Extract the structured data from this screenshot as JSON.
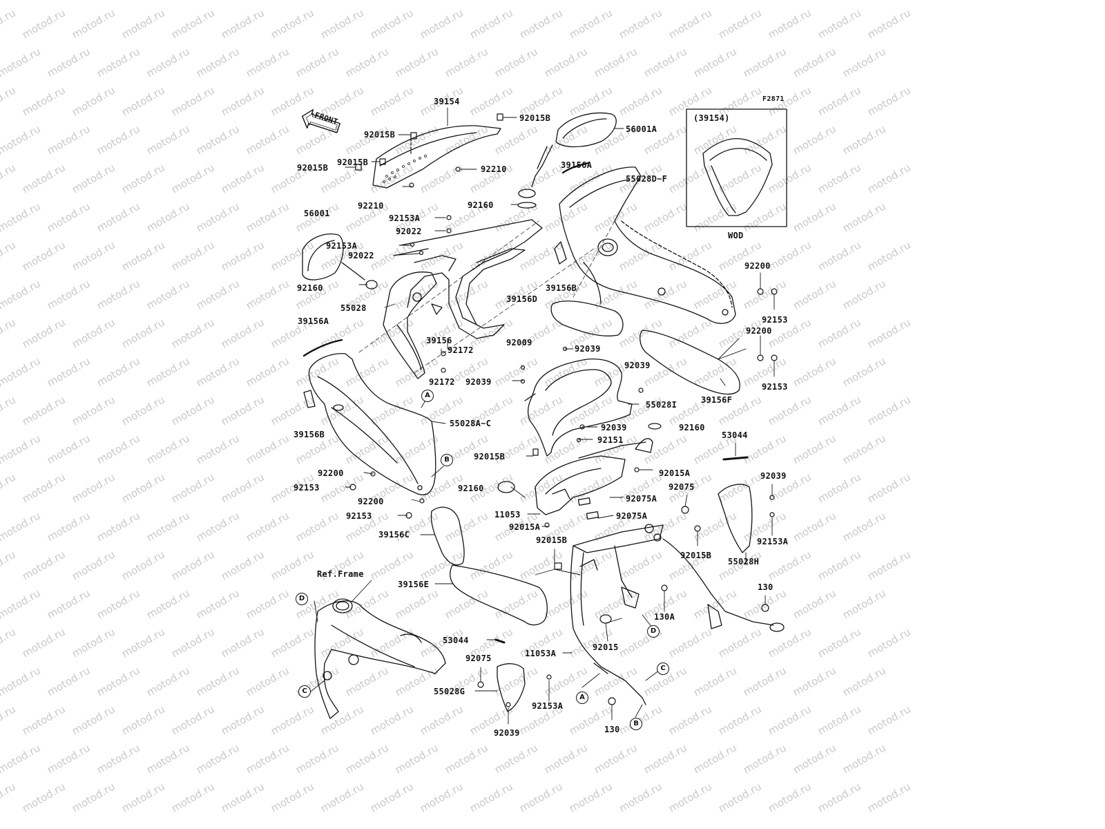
{
  "diagram": {
    "figure_code": "F2871",
    "front_label": "FRONT",
    "inset": {
      "title": "(39154)",
      "caption": "WOD"
    },
    "watermark": "motod.ru",
    "frame_label": "Ref.Frame",
    "parts": [
      {
        "id": "p1",
        "text": "39154"
      },
      {
        "id": "p2",
        "text": "92015B"
      },
      {
        "id": "p3",
        "text": "56001A"
      },
      {
        "id": "p4",
        "text": "92015B"
      },
      {
        "id": "p5",
        "text": "92015B"
      },
      {
        "id": "p6",
        "text": "92015B"
      },
      {
        "id": "p7",
        "text": "92210"
      },
      {
        "id": "p8",
        "text": "92210"
      },
      {
        "id": "p9",
        "text": "39156A"
      },
      {
        "id": "p10",
        "text": "55028D~F"
      },
      {
        "id": "p11",
        "text": "92160"
      },
      {
        "id": "p12",
        "text": "56001"
      },
      {
        "id": "p13",
        "text": "92153A"
      },
      {
        "id": "p14",
        "text": "92022"
      },
      {
        "id": "p15",
        "text": "92153A"
      },
      {
        "id": "p16",
        "text": "92022"
      },
      {
        "id": "p17",
        "text": "92160"
      },
      {
        "id": "p18",
        "text": "39156B"
      },
      {
        "id": "p19",
        "text": "92200"
      },
      {
        "id": "p20",
        "text": "55028"
      },
      {
        "id": "p21",
        "text": "39156D"
      },
      {
        "id": "p22",
        "text": "92153"
      },
      {
        "id": "p23",
        "text": "39156A"
      },
      {
        "id": "p24",
        "text": "92200"
      },
      {
        "id": "p25",
        "text": "39156"
      },
      {
        "id": "p26",
        "text": "92009"
      },
      {
        "id": "p27",
        "text": "92039"
      },
      {
        "id": "p28",
        "text": "92172"
      },
      {
        "id": "p29",
        "text": "92153"
      },
      {
        "id": "p30",
        "text": "92039"
      },
      {
        "id": "p31",
        "text": "92172"
      },
      {
        "id": "p32",
        "text": "92039"
      },
      {
        "id": "p33",
        "text": "55028I"
      },
      {
        "id": "p34",
        "text": "39156F"
      },
      {
        "id": "p35",
        "text": "39156B"
      },
      {
        "id": "p36",
        "text": "55028A~C"
      },
      {
        "id": "p37",
        "text": "92039"
      },
      {
        "id": "p38",
        "text": "92160"
      },
      {
        "id": "p39",
        "text": "53044"
      },
      {
        "id": "p40",
        "text": "92151"
      },
      {
        "id": "p41",
        "text": "92015B"
      },
      {
        "id": "p42",
        "text": "92015A"
      },
      {
        "id": "p43",
        "text": "92039"
      },
      {
        "id": "p44",
        "text": "92200"
      },
      {
        "id": "p45",
        "text": "92075"
      },
      {
        "id": "p46",
        "text": "92153"
      },
      {
        "id": "p47",
        "text": "92160"
      },
      {
        "id": "p48",
        "text": "92075A"
      },
      {
        "id": "p49",
        "text": "92200"
      },
      {
        "id": "p50",
        "text": "11053"
      },
      {
        "id": "p51",
        "text": "92075A"
      },
      {
        "id": "p52",
        "text": "92153"
      },
      {
        "id": "p53",
        "text": "92015A"
      },
      {
        "id": "p54",
        "text": "92153A"
      },
      {
        "id": "p55",
        "text": "39156C"
      },
      {
        "id": "p56",
        "text": "92015B"
      },
      {
        "id": "p57",
        "text": "92015B"
      },
      {
        "id": "p58",
        "text": "55028H"
      },
      {
        "id": "p59",
        "text": "39156E"
      },
      {
        "id": "p60",
        "text": "130"
      },
      {
        "id": "p61",
        "text": "130A"
      },
      {
        "id": "p62",
        "text": "53044"
      },
      {
        "id": "p63",
        "text": "92015"
      },
      {
        "id": "p64",
        "text": "11053A"
      },
      {
        "id": "p65",
        "text": "92075"
      },
      {
        "id": "p66",
        "text": "55028G"
      },
      {
        "id": "p67",
        "text": "92153A"
      },
      {
        "id": "p68",
        "text": "92039"
      },
      {
        "id": "p69",
        "text": "130"
      }
    ],
    "callouts": [
      {
        "id": "c1",
        "text": "A"
      },
      {
        "id": "c2",
        "text": "B"
      },
      {
        "id": "c3",
        "text": "D"
      },
      {
        "id": "c4",
        "text": "D"
      },
      {
        "id": "c5",
        "text": "C"
      },
      {
        "id": "c6",
        "text": "C"
      },
      {
        "id": "c7",
        "text": "A"
      },
      {
        "id": "c8",
        "text": "B"
      }
    ]
  }
}
